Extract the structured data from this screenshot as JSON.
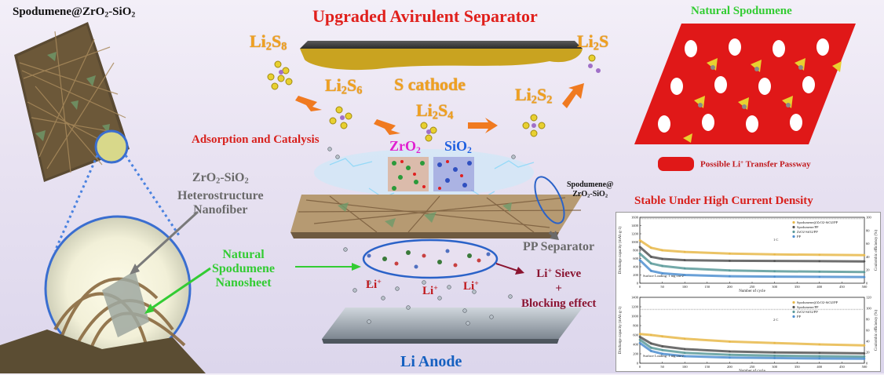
{
  "titles": {
    "left": "Spodumene@ZrO2-SiO2",
    "center": "Upgraded Avirulent Separator",
    "right": "Natural Spodumene",
    "stable": "Stable Under High Current Density"
  },
  "labels": {
    "li2s8": "Li2S8",
    "li2s": "Li2S",
    "li2s6": "Li2S6",
    "li2s4": "Li2S4",
    "li2s2": "Li2S2",
    "s_cathode": "S cathode",
    "adsorption": "Adsorption and Catalysis",
    "zro2": "ZrO2",
    "sio2": "SiO2",
    "spod_at": "Spodumene@",
    "spod_at2": "ZrO2-SiO2",
    "hetero": "ZrO2-SiO2 Heterostructure Nanofiber",
    "nanosheet": "Natural Spodumene Nanosheet",
    "pp_separator": "PP Separator",
    "li_ion": "Li+",
    "sieve": "Li+ Sieve + Blocking effect",
    "li_anode": "Li Anode",
    "passway": "Possible Li+ Transfer Passway"
  },
  "colors": {
    "title_red": "#e0201c",
    "polysulfide_orange": "#f0a020",
    "label_green": "#33cc33",
    "anode_blue": "#1560c0",
    "zro2_magenta": "#e020d0",
    "sio2_blue": "#2060e0"
  },
  "chart_data": [
    {
      "type": "scatter",
      "title": "",
      "annotation": "1 C",
      "surface_loading": "Surface Loading: 1 mg cm-2",
      "xlabel": "Number of cycle",
      "ylabel": "Discharge capacity (mAh g-1)",
      "ylabel2": "Coulombic efficiency (%)",
      "xlim": [
        0,
        500
      ],
      "ylim": [
        0,
        1600
      ],
      "ylim2": [
        0,
        100
      ],
      "x_ticks": [
        0,
        50,
        100,
        150,
        200,
        250,
        300,
        350,
        400,
        450,
        500
      ],
      "y_ticks": [
        0,
        200,
        400,
        600,
        800,
        1000,
        1200,
        1400,
        1600
      ],
      "y2_ticks": [
        0,
        20,
        40,
        60,
        80,
        100
      ],
      "legend": [
        "Spodumene@ZrO2-SiO2/PP",
        "Spodumene/PP",
        "ZrO2-SiO2/PP",
        "PP"
      ],
      "series": [
        {
          "name": "Spodumene@ZrO2-SiO2/PP",
          "color": "#e8b84a",
          "x": [
            0,
            25,
            50,
            100,
            200,
            300,
            400,
            500
          ],
          "values": [
            1040,
            860,
            800,
            760,
            720,
            700,
            690,
            680
          ]
        },
        {
          "name": "Spodumene/PP",
          "color": "#555555",
          "x": [
            0,
            25,
            50,
            100,
            200,
            300,
            400,
            500
          ],
          "values": [
            880,
            640,
            590,
            560,
            545,
            540,
            535,
            530
          ]
        },
        {
          "name": "ZrO2-SiO2/PP",
          "color": "#5a9a9a",
          "x": [
            0,
            25,
            50,
            100,
            200,
            300,
            400,
            500
          ],
          "values": [
            720,
            480,
            420,
            360,
            310,
            290,
            280,
            270
          ]
        },
        {
          "name": "PP",
          "color": "#4f8fd0",
          "x": [
            0,
            25,
            50,
            100,
            200,
            300,
            400,
            500
          ],
          "values": [
            560,
            300,
            240,
            200,
            170,
            160,
            155,
            150
          ]
        }
      ]
    },
    {
      "type": "scatter",
      "title": "",
      "annotation": "2 C",
      "surface_loading": "Surface Loading: 1 mg cm-2",
      "xlabel": "Number of cycle",
      "ylabel": "Discharge capacity (mAh g-1)",
      "ylabel2": "Coulombic efficiency (%)",
      "xlim": [
        0,
        500
      ],
      "ylim": [
        0,
        1400
      ],
      "ylim2": [
        0,
        120
      ],
      "x_ticks": [
        0,
        50,
        100,
        150,
        200,
        250,
        300,
        350,
        400,
        450,
        500
      ],
      "y_ticks": [
        0,
        200,
        400,
        600,
        800,
        1000,
        1200,
        1400
      ],
      "y2_ticks": [
        0,
        20,
        40,
        60,
        80,
        100,
        120
      ],
      "legend": [
        "Spodumene@ZrO2-SiO2/PP",
        "Spodumene/PP",
        "ZrO2-SiO2/PP",
        "PP"
      ],
      "series": [
        {
          "name": "Spodumene@ZrO2-SiO2/PP",
          "color": "#e8b84a",
          "x": [
            0,
            25,
            50,
            100,
            200,
            300,
            400,
            500
          ],
          "values": [
            620,
            600,
            570,
            520,
            460,
            430,
            400,
            380
          ]
        },
        {
          "name": "Spodumene/PP",
          "color": "#555555",
          "x": [
            0,
            25,
            50,
            100,
            200,
            300,
            400,
            500
          ],
          "values": [
            560,
            420,
            360,
            300,
            250,
            230,
            220,
            210
          ]
        },
        {
          "name": "ZrO2-SiO2/PP",
          "color": "#5a9a9a",
          "x": [
            0,
            25,
            50,
            100,
            200,
            300,
            400,
            500
          ],
          "values": [
            500,
            330,
            280,
            220,
            180,
            160,
            150,
            140
          ]
        },
        {
          "name": "PP",
          "color": "#4f8fd0",
          "x": [
            0,
            25,
            50,
            100,
            200,
            300,
            400,
            500
          ],
          "values": [
            430,
            260,
            200,
            150,
            120,
            110,
            100,
            95
          ]
        }
      ]
    }
  ]
}
